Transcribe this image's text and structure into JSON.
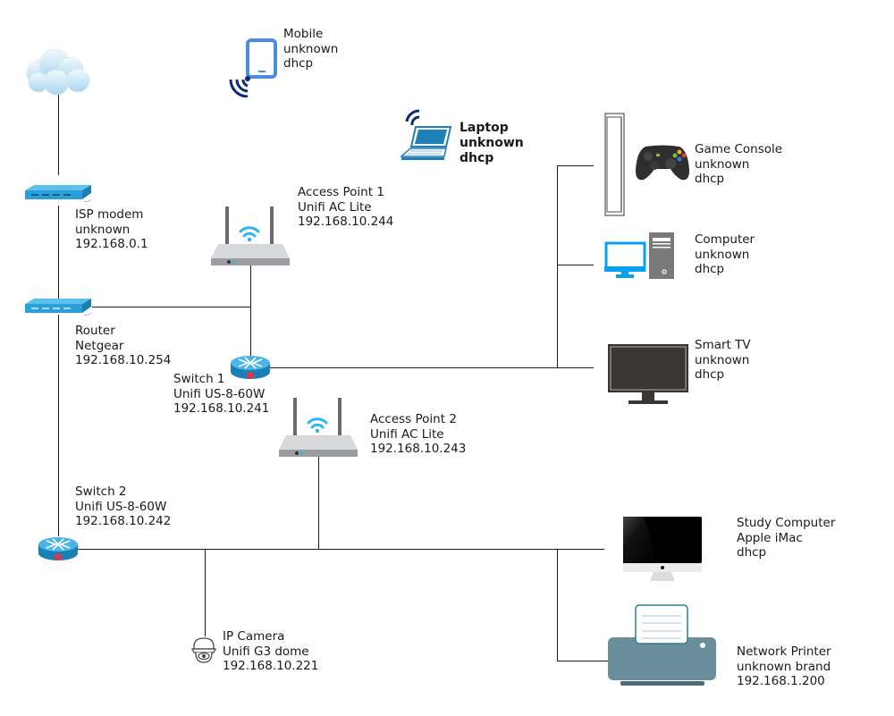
{
  "diagram": {
    "title": "Home Network Diagram",
    "nodes": {
      "internet": {
        "type": "cloud",
        "lines": []
      },
      "isp_modem": {
        "type": "modem",
        "lines": [
          "ISP modem",
          "unknown",
          "192.168.0.1"
        ]
      },
      "router": {
        "type": "router",
        "lines": [
          "Router",
          "Netgear",
          "192.168.10.254"
        ]
      },
      "switch1": {
        "type": "switch",
        "lines": [
          "Switch 1",
          "Unifi US-8-60W",
          "192.168.10.241"
        ]
      },
      "switch2": {
        "type": "switch",
        "lines": [
          "Switch 2",
          "Unifi US-8-60W",
          "192.168.10.242"
        ]
      },
      "ap1": {
        "type": "access-point",
        "lines": [
          "Access Point 1",
          "Unifi AC Lite",
          "192.168.10.244"
        ]
      },
      "ap2": {
        "type": "access-point",
        "lines": [
          "Access Point 2",
          "Unifi AC Lite",
          "192.168.10.243"
        ]
      },
      "mobile": {
        "type": "mobile",
        "lines": [
          "Mobile",
          "unknown",
          "dhcp"
        ]
      },
      "laptop": {
        "type": "laptop",
        "lines": [
          "Laptop",
          "unknown",
          "dhcp"
        ]
      },
      "game_console": {
        "type": "game-console",
        "lines": [
          "Game Console",
          "unknown",
          "dhcp"
        ]
      },
      "computer": {
        "type": "desktop",
        "lines": [
          "Computer",
          "unknown",
          "dhcp"
        ]
      },
      "smart_tv": {
        "type": "tv",
        "lines": [
          "Smart TV",
          "unknown",
          "dhcp"
        ]
      },
      "study_computer": {
        "type": "imac",
        "lines": [
          "Study Computer",
          "Apple iMac",
          "dhcp"
        ]
      },
      "printer": {
        "type": "printer",
        "lines": [
          "Network Printer",
          "unknown brand",
          "192.168.1.200"
        ]
      },
      "ip_camera": {
        "type": "camera",
        "lines": [
          "IP Camera",
          "Unifi G3 dome",
          "192.168.10.221"
        ]
      }
    },
    "connections": [
      [
        "internet",
        "isp_modem"
      ],
      [
        "isp_modem",
        "router"
      ],
      [
        "router",
        "switch1"
      ],
      [
        "router",
        "switch2"
      ],
      [
        "switch1",
        "ap1"
      ],
      [
        "switch1",
        "game_console"
      ],
      [
        "switch1",
        "computer"
      ],
      [
        "switch1",
        "smart_tv"
      ],
      [
        "switch2",
        "ap2"
      ],
      [
        "switch2",
        "ip_camera"
      ],
      [
        "switch2",
        "study_computer"
      ],
      [
        "switch2",
        "printer"
      ]
    ],
    "colors": {
      "line": "#1a1a1a",
      "device_blue": "#2b9fd8",
      "wifi_navy": "#0d2a7a",
      "mobile_blue": "#4a8ee0",
      "laptop_blue": "#1f7fb8",
      "ap_gray": "#a8aaad",
      "wifi_cyan": "#29b6f6",
      "switch_teal": "#1a8fc4",
      "switch_red": "#e0364b",
      "monitor_blue": "#0aa0f0",
      "tower_gray": "#7a7a7a",
      "tv_dark": "#3a3634",
      "printer_slate": "#6b8e9c",
      "controller_dark": "#2e2e2e"
    }
  }
}
